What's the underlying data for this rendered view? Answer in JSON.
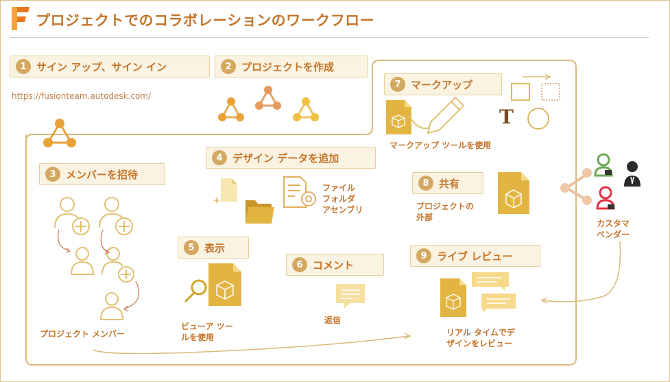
{
  "title": "プロジェクトでのコラボレーションのワークフロー",
  "url": "https://fusionteam.autodesk.com/",
  "steps": [
    {
      "num": "1",
      "label": "サイン アップ、サイン イン"
    },
    {
      "num": "2",
      "label": "プロジェクトを作成"
    },
    {
      "num": "3",
      "label": "メンバーを招待"
    },
    {
      "num": "4",
      "label": "デザイン データを追加"
    },
    {
      "num": "5",
      "label": "表示"
    },
    {
      "num": "6",
      "label": "コメント"
    },
    {
      "num": "7",
      "label": "マークアップ"
    },
    {
      "num": "8",
      "label": "共有"
    },
    {
      "num": "9",
      "label": "ライブ レビュー"
    }
  ],
  "captions": {
    "markup_tool": "マークアップ ツールを使用",
    "data_types": "ファイル\nフォルダ\nアセンブリ",
    "share_external": "プロジェクトの\n外部",
    "customers_vendors": "カスタマ\nベンダー",
    "viewer_tool": "ビューア ツー\nルを使用",
    "reply": "返信",
    "project_members": "プロジェクト メンバー",
    "realtime_review": "リアル タイムでデ\nザインをレビュー"
  },
  "markup_letter": "T",
  "colors": {
    "accent": "#c4742a",
    "gold": "#d7b055",
    "light_gold": "#e8c878",
    "step_fill": "#fbf3e1",
    "green": "#6aa84f",
    "red": "#e03040",
    "dark": "#2a2a2a"
  },
  "icons": [
    "fusion-logo-icon",
    "network-icon",
    "person-add-icon",
    "person-icon",
    "file-add-icon",
    "folder-icon",
    "assembly-icon",
    "search-icon",
    "document-cube-icon",
    "comment-icon",
    "pencil-icon",
    "arrow-icon",
    "square-icon",
    "stamp-square-icon",
    "circle-icon",
    "share-icon",
    "customer-person-icon",
    "chat-bubbles-icon"
  ]
}
